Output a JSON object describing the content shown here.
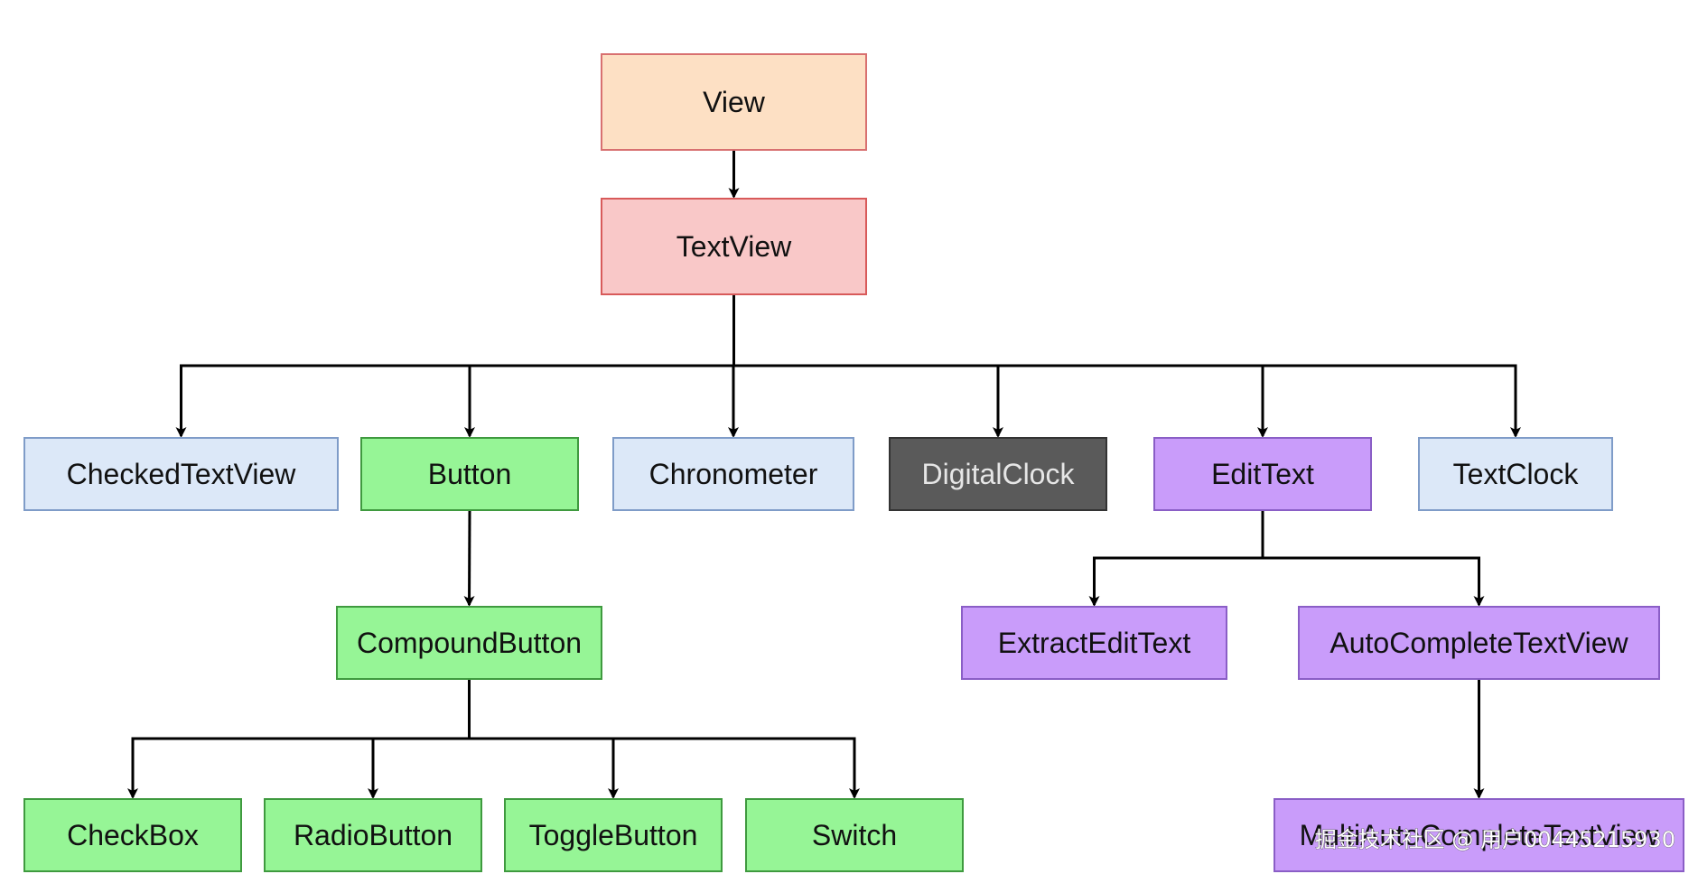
{
  "colors": {
    "view": "#fde0c4",
    "textview": "#f9c8c8",
    "light_blue": "#dce8f8",
    "green": "#96f596",
    "dark_gray": "#5a5a5a",
    "purple": "#c99cfa",
    "edge": "#000000"
  },
  "nodes": {
    "view": "View",
    "textview": "TextView",
    "checkedtextview": "CheckedTextView",
    "button": "Button",
    "chronometer": "Chronometer",
    "digitalclock": "DigitalClock",
    "edittext": "EditText",
    "textclock": "TextClock",
    "compoundbutton": "CompoundButton",
    "extractedittext": "ExtractEditText",
    "autocompletetextview": "AutoCompleteTextView",
    "checkbox": "CheckBox",
    "radiobutton": "RadioButton",
    "togglebutton": "ToggleButton",
    "switch": "Switch",
    "multiautocompletetextview": "MultiAutoCompleteTextView"
  },
  "edges": [
    [
      "view",
      "textview"
    ],
    [
      "textview",
      "checkedtextview"
    ],
    [
      "textview",
      "button"
    ],
    [
      "textview",
      "chronometer"
    ],
    [
      "textview",
      "digitalclock"
    ],
    [
      "textview",
      "edittext"
    ],
    [
      "textview",
      "textclock"
    ],
    [
      "button",
      "compoundbutton"
    ],
    [
      "compoundbutton",
      "checkbox"
    ],
    [
      "compoundbutton",
      "radiobutton"
    ],
    [
      "compoundbutton",
      "togglebutton"
    ],
    [
      "compoundbutton",
      "switch"
    ],
    [
      "edittext",
      "extractedittext"
    ],
    [
      "edittext",
      "autocompletetextview"
    ],
    [
      "autocompletetextview",
      "multiautocompletetextview"
    ]
  ],
  "watermark": "掘金技术社区 @ 用户00445215930"
}
